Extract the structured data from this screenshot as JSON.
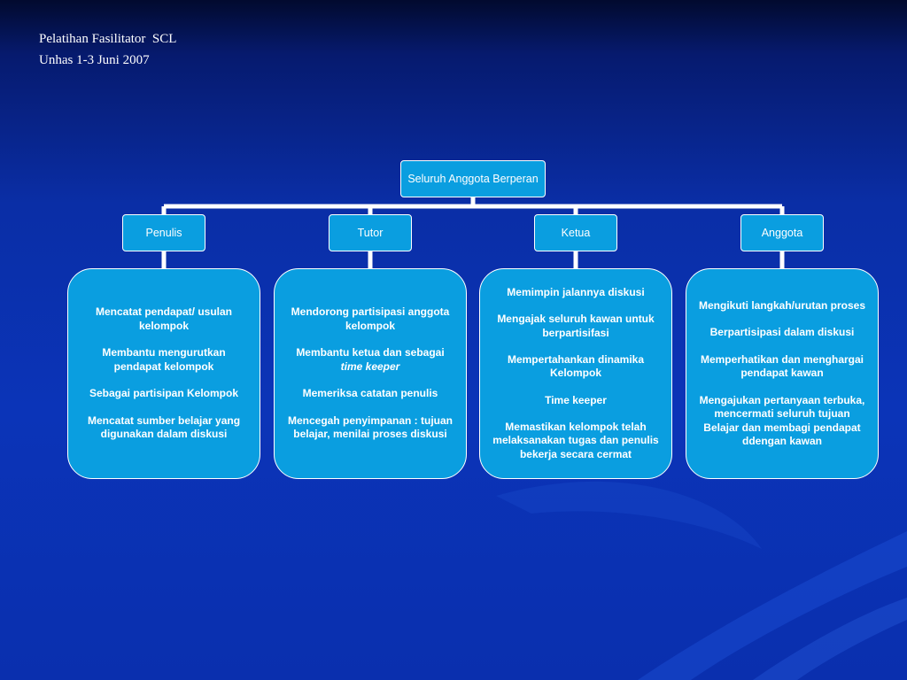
{
  "header": {
    "line1": "Pelatihan Fasilitator  SCL",
    "line2": "Unhas 1-3 Juni 2007"
  },
  "root": {
    "label": "Seluruh Anggota Berperan"
  },
  "roles": [
    {
      "label": "Penulis",
      "items": [
        "Mencatat pendapat/ usulan kelompok",
        "Membantu mengurutkan pendapat kelompok",
        "Sebagai partisipan Kelompok",
        "Mencatat sumber belajar yang digunakan dalam diskusi"
      ]
    },
    {
      "label": "Tutor",
      "items": [
        "Mendorong partisipasi anggota kelompok",
        "Membantu ketua dan sebagai",
        "Memeriksa catatan penulis",
        "Mencegah penyimpanan : tujuan belajar, menilai proses diskusi"
      ],
      "item2_emphasis": "time keeper"
    },
    {
      "label": "Ketua",
      "items": [
        "Memimpin jalannya diskusi",
        "Mengajak seluruh kawan untuk berpartisifasi",
        "Mempertahankan dinamika Kelompok",
        "Time keeper",
        "Memastikan kelompok telah melaksanakan tugas dan penulis bekerja secara cermat"
      ]
    },
    {
      "label": "Anggota",
      "items": [
        "Mengikuti langkah/urutan proses",
        "Berpartisipasi dalam diskusi",
        "Memperhatikan dan menghargai pendapat kawan",
        "Mengajukan pertanyaan terbuka, mencermati seluruh tujuan Belajar dan membagi pendapat ddengan kawan"
      ]
    }
  ]
}
